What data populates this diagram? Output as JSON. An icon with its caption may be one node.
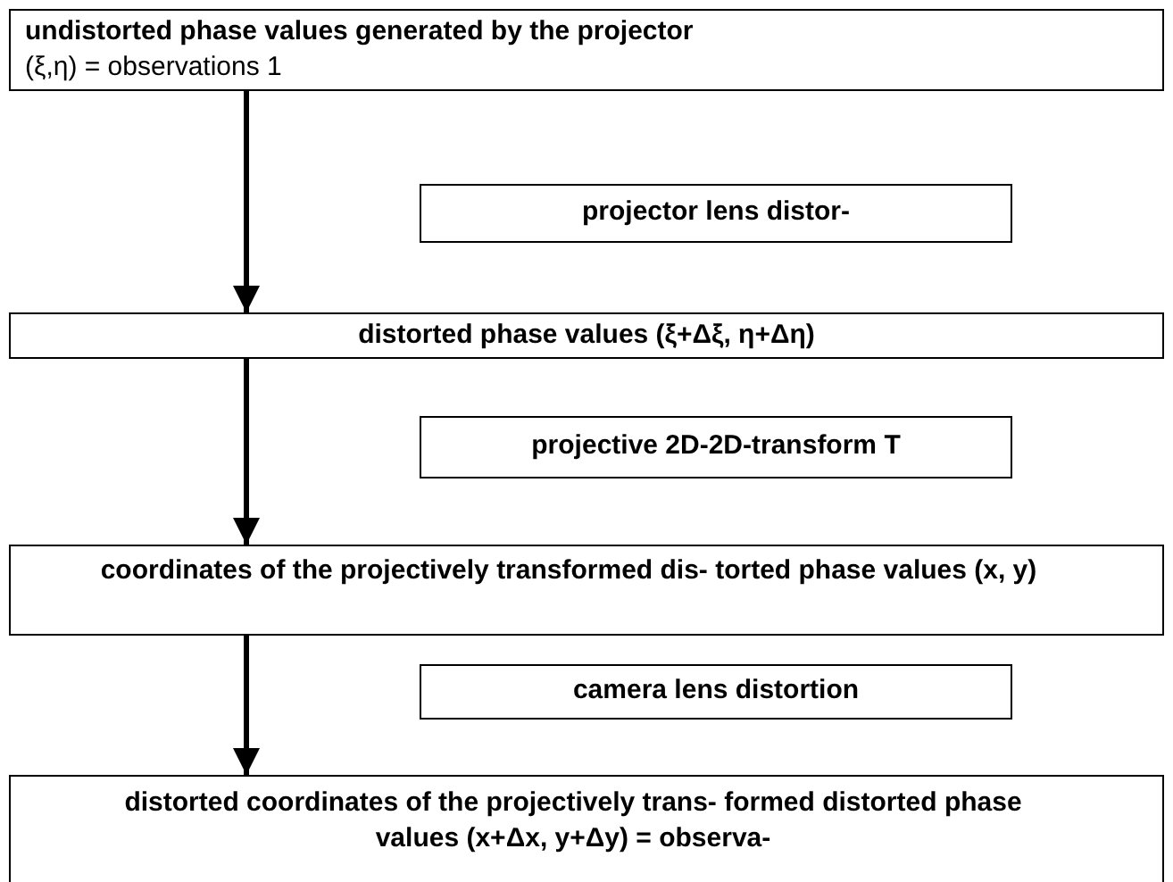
{
  "diagram": {
    "nodes": [
      {
        "text": [
          "undistorted phase values generated by the projector",
          "(ξ,η) = observations 1"
        ]
      },
      {
        "text": [
          "projector lens distor-"
        ]
      },
      {
        "text": [
          "**distorted phase values (**ξ+Δξ, η+Δη**)**"
        ]
      },
      {
        "text": [
          "projective 2D-2D-transform T"
        ]
      },
      {
        "text": [
          "coordinates of the projectively transformed dis- torted phase values (x, y)"
        ]
      },
      {
        "text": [
          "camera lens distortion"
        ]
      },
      {
        "text": [
          "**distorted coordinates of the projectively trans- formed distorted phase values (**x+Δx, y+Δy**) = observa-**"
        ]
      }
    ],
    "edges": [
      {
        "from": 0,
        "to": 2,
        "arrow": "to"
      },
      {
        "from": 2,
        "to": 4,
        "arrow": "to"
      },
      {
        "from": 4,
        "to": 6,
        "arrow": "to"
      }
    ]
  }
}
